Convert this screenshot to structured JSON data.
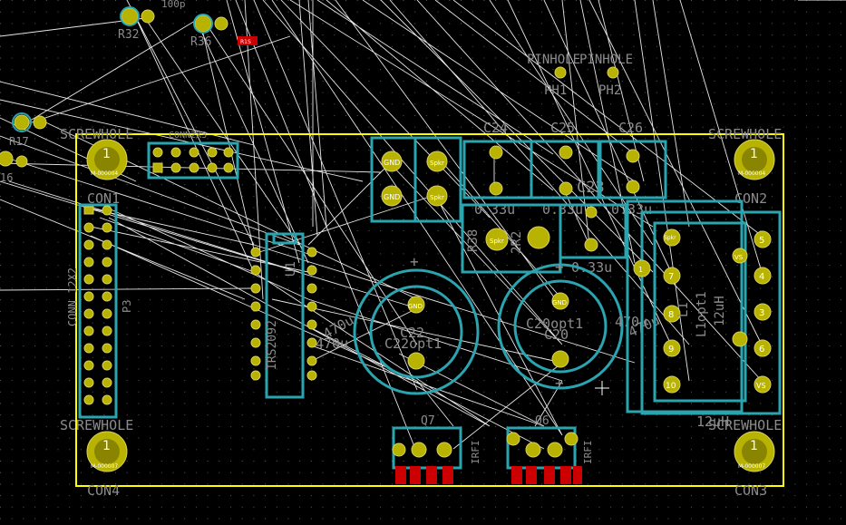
{
  "colors": {
    "background": "#000000",
    "board_edge": "#ffff00",
    "silkscreen_outline": "#2aa5b0",
    "pad": "#b8b200",
    "ratsnest": "#e6e6e6",
    "reference_text": "#8c8c8c",
    "smd_pad": "#cc0000"
  },
  "refs": {
    "r32": "R32",
    "r36": "R36",
    "cap_100p": "100p",
    "r17": "R17",
    "r16": "16",
    "screwhole_tl": "SCREWHOLE",
    "screwhole_tr": "SCREWHOLE",
    "screwhole_bl": "SCREWHOLE",
    "screwhole_br": "SCREWHOLE",
    "con1": "CON1",
    "con2": "CON2",
    "con3": "CON3",
    "con4": "CON4",
    "hole_num_tl": "1",
    "hole_num_tr": "1",
    "hole_num_bl": "1",
    "hole_num_br": "1",
    "hole_val_tl": "M-000004",
    "hole_val_tr": "M-000004",
    "hole_val_bl": "M-000007",
    "hole_val_br": "M-000007",
    "pinhole1": "PINHOLE",
    "pinhole2": "PINHOLE",
    "ph1": "PH1",
    "ph2": "PH2",
    "conn2x3": "CONN2X3",
    "conn12x2": "CONN 12X2",
    "p3": "P3",
    "c24": "C24",
    "c25": "C25",
    "c26": "C26",
    "c23": "C23",
    "cap_033_a": "0.33u",
    "cap_033_b": "0.33u",
    "cap_033_c": "0.33u",
    "cap_033_d": "0.33u",
    "r38": "R38",
    "r2r2": "2R2",
    "u1": "U1",
    "irs2092": "IRS2092",
    "c22": "C22",
    "c22opt1": "C22opt1",
    "c20": "C20",
    "c20opt1": "C20opt1",
    "cap_470_a": "470u",
    "cap_470_b": "470u",
    "cap_470_c": "470u",
    "cap_470_d": "470u",
    "q7": "Q7",
    "q6": "Q6",
    "irfi_a": "IRFI",
    "irfi_b": "IRFI",
    "l1": "L1",
    "l1opt1": "L1opt1",
    "l12uh": "12uH",
    "l12uh_b": "12uH",
    "gnd": "GND",
    "gnd_spkr": "GND",
    "spkr": "Spkr",
    "spkr_a": "Spkr",
    "spkr_b": "Spkr",
    "spkr_c": "Spkr",
    "vs": "VS",
    "vs_b": "VS",
    "gnd_cap_a": "GND",
    "gnd_cap_b": "GND",
    "pad_num_5": "5",
    "pad_num_4": "4",
    "pad_num_3": "3",
    "pad_num_6": "6",
    "pad_num_7": "7",
    "pad_num_8": "8",
    "pad_num_9": "9",
    "pad_num_10": "10",
    "pad_num_1": "1",
    "res_mark": "R1S",
    "plus": "+"
  }
}
